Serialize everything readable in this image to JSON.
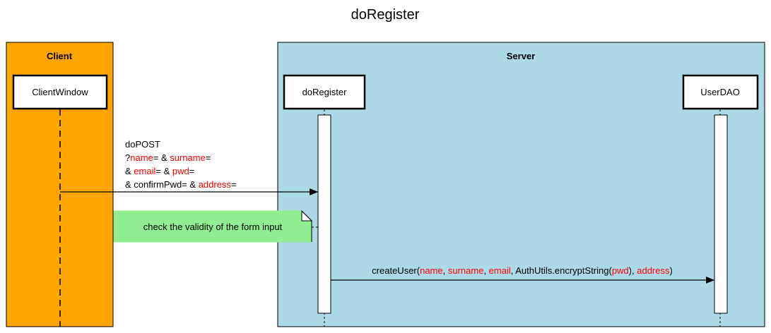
{
  "title": "doRegister",
  "colors": {
    "client_lane": "#ffa500",
    "server_lane": "#add8e6",
    "note_fill": "#90ee90",
    "highlight_text": "#ff0000"
  },
  "lanes": {
    "client": {
      "label": "Client"
    },
    "server": {
      "label": "Server"
    }
  },
  "participants": {
    "client_window": "ClientWindow",
    "do_register": "doRegister",
    "user_dao": "UserDAO"
  },
  "messages": {
    "do_post": {
      "line1": "doPOST",
      "line2": {
        "t1": "?",
        "t2": "name",
        "t3": "= & ",
        "t4": "surname",
        "t5": "="
      },
      "line3": {
        "t1": "& ",
        "t2": "email",
        "t3": "= & ",
        "t4": "pwd",
        "t5": "="
      },
      "line4": {
        "t1": "& confirmPwd= & ",
        "t2": "address",
        "t3": "="
      }
    },
    "create_user": {
      "t1": "createUser(",
      "t2": "name",
      "t3": ", ",
      "t4": "surname",
      "t5": ", ",
      "t6": "email",
      "t7": ", AuthUtils.encryptString(",
      "t8": "pwd",
      "t9": "), ",
      "t10": "address",
      "t11": ")"
    }
  },
  "note": {
    "text": "check the validity of the form input"
  }
}
